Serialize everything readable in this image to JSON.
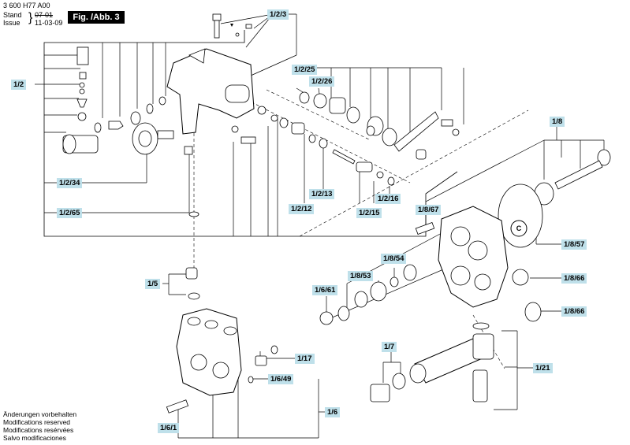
{
  "header": {
    "doc_number": "3 600 H77 A00",
    "stand_label": "Stand",
    "issue_label": "Issue",
    "stand_value": "07-01",
    "issue_value": "11-03-09",
    "figure": "Fig. /Abb. 3"
  },
  "callouts": {
    "c_1_2_3": "1/2/3",
    "c_1_2": "1/2",
    "c_1_2_25": "1/2/25",
    "c_1_2_26": "1/2/26",
    "c_1_2_34": "1/2/34",
    "c_1_2_65": "1/2/65",
    "c_1_2_13": "1/2/13",
    "c_1_2_12": "1/2/12",
    "c_1_2_16": "1/2/16",
    "c_1_2_15": "1/2/15",
    "c_1_8": "1/8",
    "c_1_8_67": "1/8/67",
    "c_1_8_54": "1/8/54",
    "c_1_8_53": "1/8/53",
    "c_1_6_61": "1/6/61",
    "c_1_8_57": "1/8/57",
    "c_1_8_66a": "1/8/66",
    "c_1_8_66b": "1/8/66",
    "c_1_5": "1/5",
    "c_1_17": "1/17",
    "c_1_6_49": "1/6/49",
    "c_1_7": "1/7",
    "c_1_21": "1/21",
    "c_1_6": "1/6",
    "c_1_6_1": "1/6/1"
  },
  "marker_c": "C",
  "footer": [
    "Änderungen vorbehalten",
    "Modifications reserved",
    "Modifications resérvées",
    "Salvo modificaciones"
  ]
}
